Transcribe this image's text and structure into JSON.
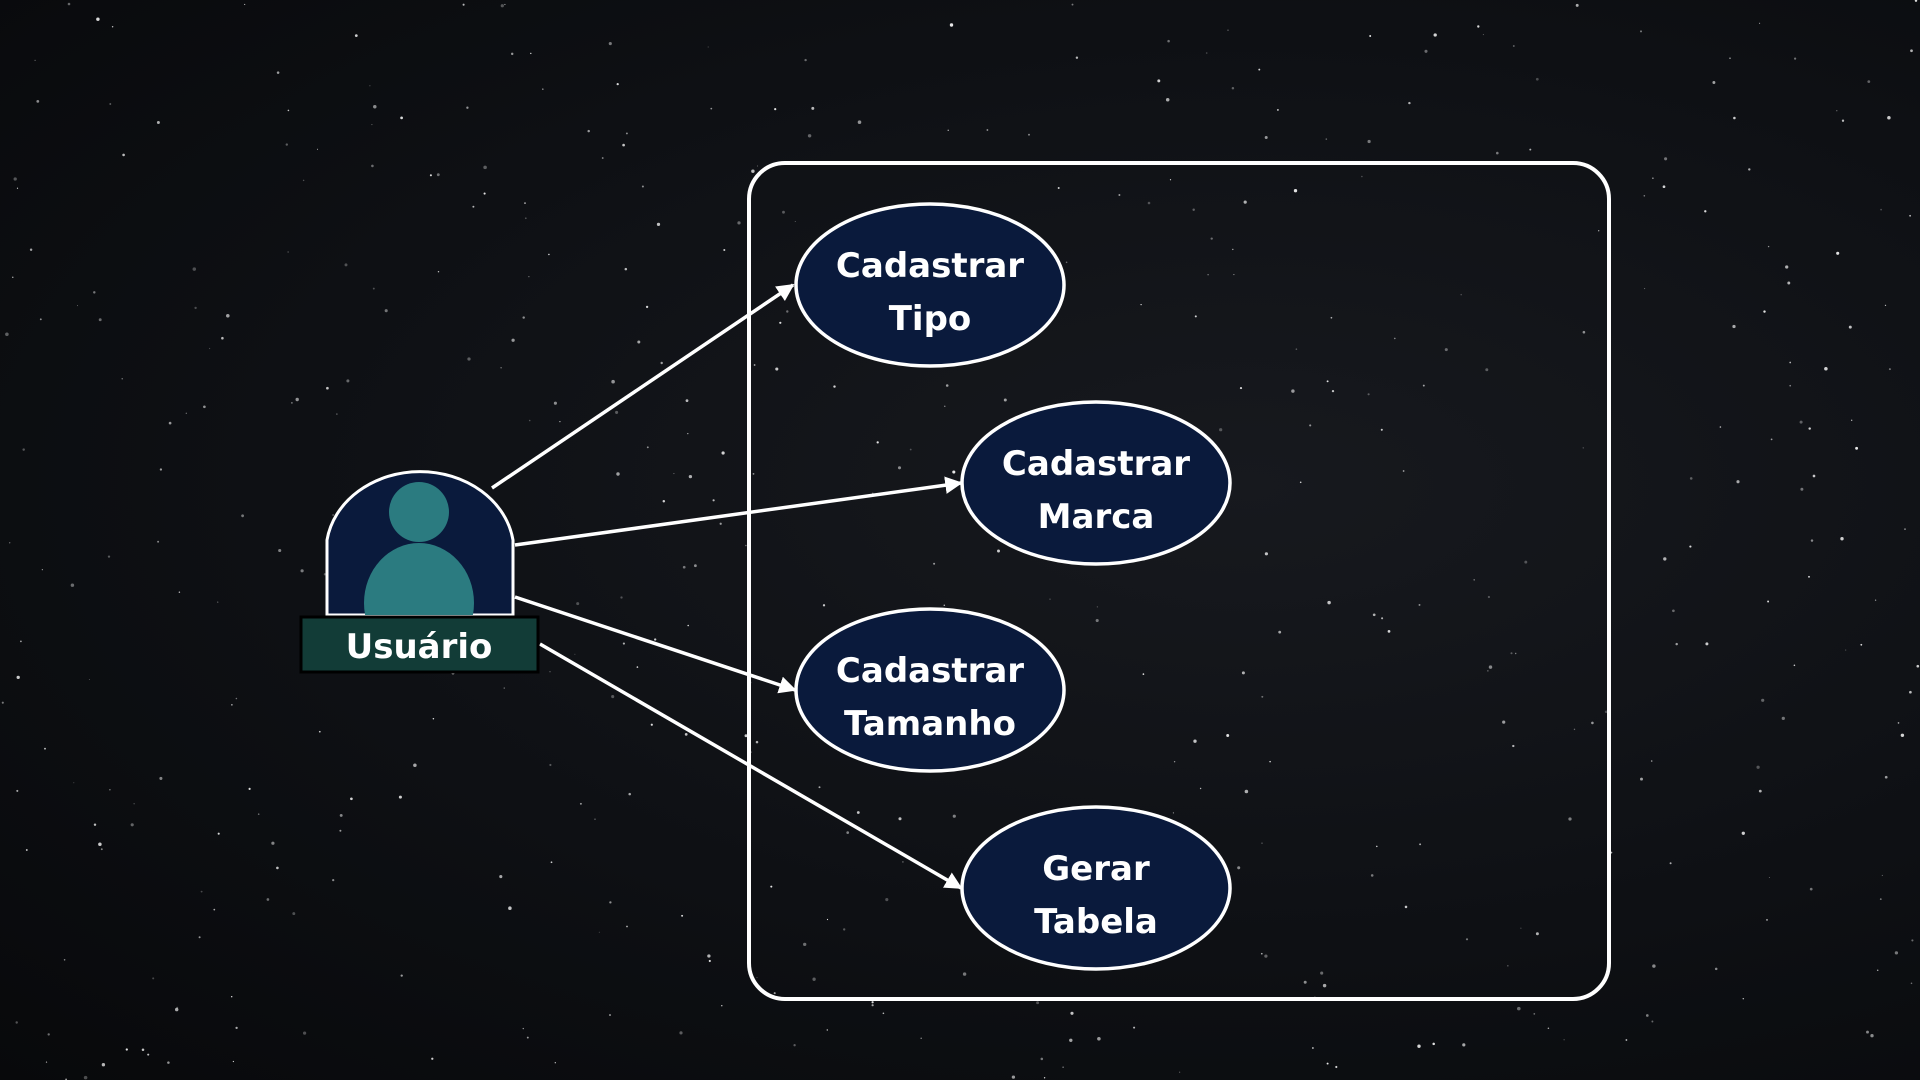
{
  "colors": {
    "background": "#0e1014",
    "line": "#ffffff",
    "usecase_fill": "#0a1a3c",
    "actor_fill": "#0a1a3c",
    "actor_person": "#2b7b80",
    "actor_label_fill": "#123c37"
  },
  "actor": {
    "label": "Usuário",
    "icon": "user-icon"
  },
  "system_boundary": {
    "label": ""
  },
  "use_cases": [
    {
      "line1": "Cadastrar",
      "line2": "Tipo"
    },
    {
      "line1": "Cadastrar",
      "line2": "Marca"
    },
    {
      "line1": "Cadastrar",
      "line2": "Tamanho"
    },
    {
      "line1": "Gerar",
      "line2": "Tabela"
    }
  ],
  "associations": [
    {
      "from": "Usuário",
      "to": "Cadastrar Tipo"
    },
    {
      "from": "Usuário",
      "to": "Cadastrar Marca"
    },
    {
      "from": "Usuário",
      "to": "Cadastrar Tamanho"
    },
    {
      "from": "Usuário",
      "to": "Gerar Tabela"
    }
  ]
}
